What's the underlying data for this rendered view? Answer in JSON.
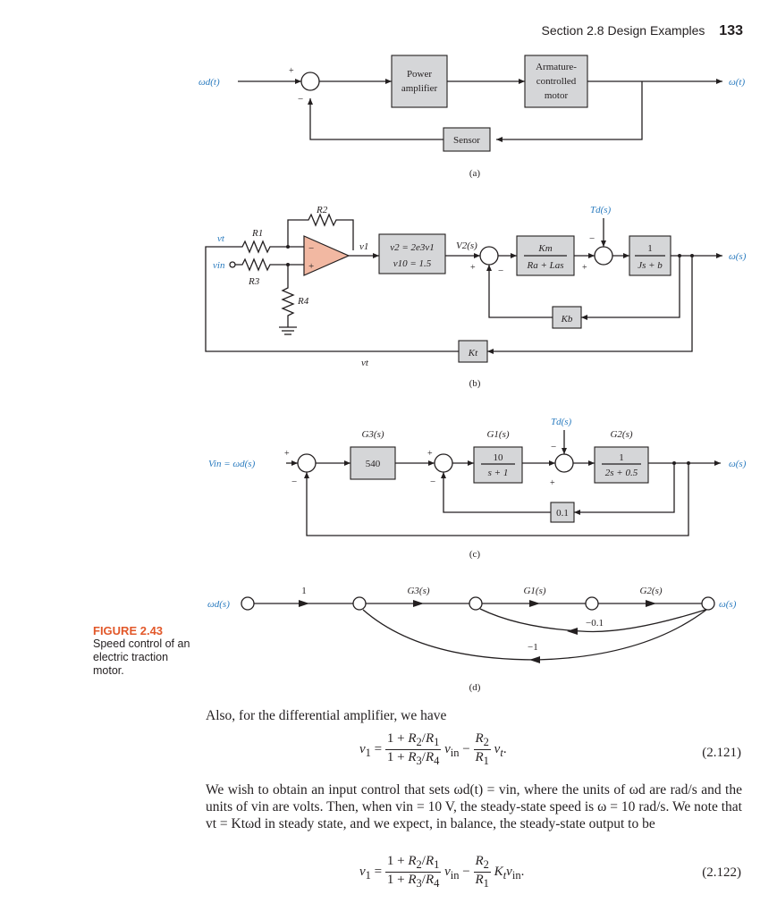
{
  "header": {
    "section": "Section 2.8  Design Examples",
    "page_number": "133"
  },
  "figure": {
    "number": "FIGURE 2.43",
    "caption": "Speed control of an electric traction motor.",
    "panel_labels": [
      "(a)",
      "(b)",
      "(c)",
      "(d)"
    ],
    "a": {
      "input": "ωd(t)",
      "output": "ω(t)",
      "blocks": [
        "Power",
        "amplifier",
        "Armature-",
        "controlled",
        "motor",
        "Sensor"
      ]
    },
    "b": {
      "labels": {
        "vt": "vt",
        "vin": "vin",
        "R1": "R1",
        "R2": "R2",
        "R3": "R3",
        "R4": "R4",
        "v1": "v1",
        "block1a": "v2 = 2e3v1",
        "block1b": "v10 = 1.5",
        "V2": "V2(s)",
        "km_num": "Km",
        "km_den": "Ra + Las",
        "Td": "Td(s)",
        "one": "1",
        "js": "Js + b",
        "Kb": "Kb",
        "Kt": "Kt",
        "out": "ω(s)",
        "vt_bottom": "vt"
      }
    },
    "c": {
      "input": "Vin = ωd(s)",
      "G3": "G3(s)",
      "G3val": "540",
      "G1": "G1(s)",
      "G1num": "10",
      "G1den": "s + 1",
      "Td": "Td(s)",
      "G2": "G2(s)",
      "G2num": "1",
      "G2den": "2s + 0.5",
      "fb": "0.1",
      "out": "ω(s)"
    },
    "d": {
      "input": "ωd(s)",
      "gain1": "1",
      "G3": "G3(s)",
      "G1": "G1(s)",
      "G2": "G2(s)",
      "fb1": "−0.1",
      "fb2": "−1",
      "out": "ω(s)"
    }
  },
  "text": {
    "p1": "Also, for the differential amplifier, we have",
    "eq121_num": "(2.121)",
    "p2": "We wish to obtain an input control that sets ωd(t) = vin, where the units of ωd are rad/s and the units of vin are volts. Then, when vin = 10 V, the steady-state speed is ω = 10 rad/s. We note that vt = Ktωd in steady state, and we expect, in balance, the steady-state output to be",
    "eq122_num": "(2.122)"
  }
}
